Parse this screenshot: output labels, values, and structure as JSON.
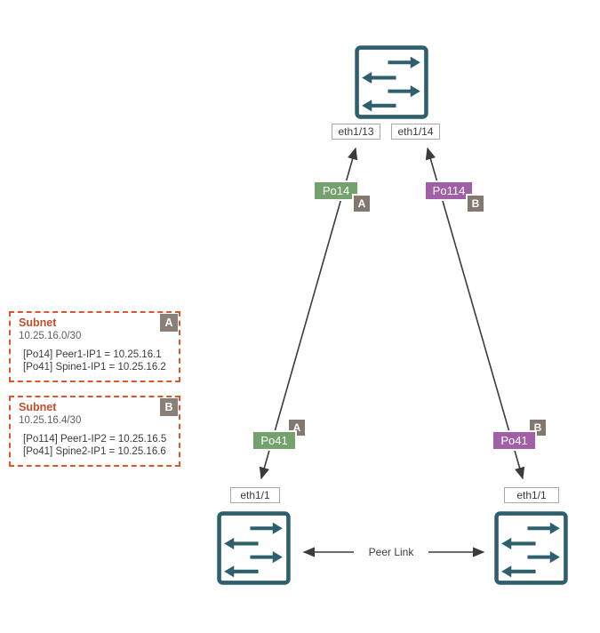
{
  "colors": {
    "switch_teal": "#2d5f6d",
    "port_channel_green": "#74a26f",
    "port_channel_purple": "#a15fa6",
    "badge_gray": "#827870",
    "subnet_border_orange": "#d9572b",
    "subnet_title_orange": "#c44d28",
    "line_gray": "#3b3b3b"
  },
  "top_switch": {
    "left_port": "eth1/13",
    "right_port": "eth1/14"
  },
  "links": {
    "left": {
      "upper_label": "Po14",
      "upper_badge": "A",
      "lower_label": "Po41",
      "lower_badge": "A"
    },
    "right": {
      "upper_label": "Po114",
      "upper_badge": "B",
      "lower_label": "Po41",
      "lower_badge": "B"
    }
  },
  "bottom_left_switch": {
    "port": "eth1/1"
  },
  "bottom_right_switch": {
    "port": "eth1/1"
  },
  "peer_link": {
    "label": "Peer Link"
  },
  "subnets": [
    {
      "title": "Subnet",
      "badge": "A",
      "cidr": "10.25.16.0/30",
      "entries": [
        "[Po14] Peer1-IP1 = 10.25.16.1",
        "[Po41] Spine1-IP1 = 10.25.16.2"
      ]
    },
    {
      "title": "Subnet",
      "badge": "B",
      "cidr": "10.25.16.4/30",
      "entries": [
        "[Po114] Peer1-IP2 = 10.25.16.5",
        "[Po41] Spine2-IP1 = 10.25.16.6"
      ]
    }
  ]
}
